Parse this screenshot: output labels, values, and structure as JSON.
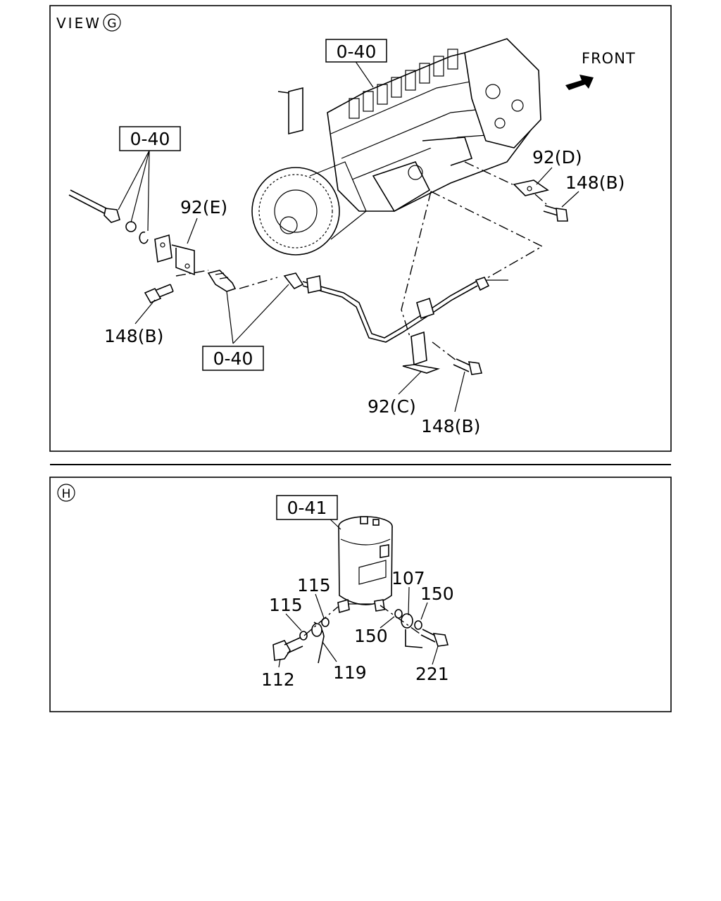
{
  "panel_g": {
    "view_label": "VIEW",
    "view_circle": "G",
    "front_label": "FRONT",
    "callouts": {
      "ref_top": "0-40",
      "ref_left": "0-40",
      "ref_bottom": "0-40",
      "c92e": "92(E)",
      "c92d": "92(D)",
      "c92c": "92(C)",
      "c148_left": "148(B)",
      "c148_right": "148(B)",
      "c148_bottom": "148(B)"
    }
  },
  "panel_h": {
    "view_circle": "H",
    "callouts": {
      "ref": "0-41",
      "c115a": "115",
      "c115b": "115",
      "c107": "107",
      "c150a": "150",
      "c150b": "150",
      "c112": "112",
      "c119": "119",
      "c221": "221"
    }
  }
}
